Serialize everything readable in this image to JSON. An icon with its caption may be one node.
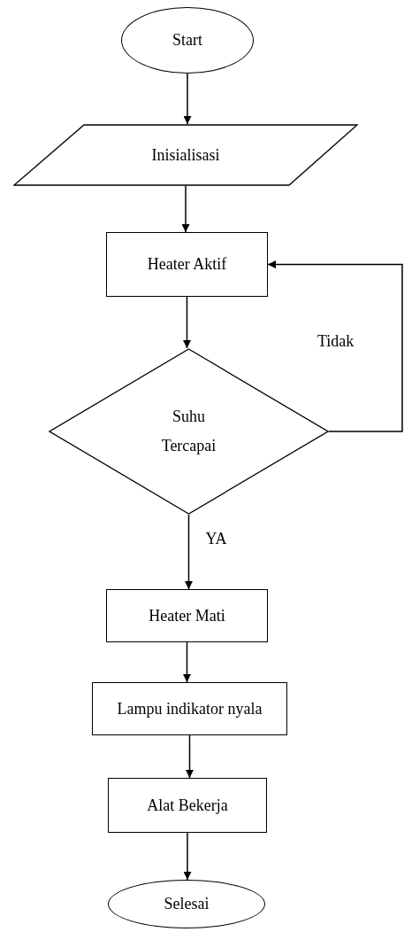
{
  "diagram": {
    "nodes": [
      {
        "text": [
          "Start"
        ]
      },
      {
        "text": [
          "Inisialisasi"
        ]
      },
      {
        "text": [
          "Heater Aktif"
        ]
      },
      {
        "text": [
          "Suhu Tercapai"
        ]
      },
      {
        "text": [
          "Heater Mati"
        ]
      },
      {
        "text": [
          "Lampu indikator nyala"
        ]
      },
      {
        "text": [
          "Alat Bekerja"
        ]
      },
      {
        "text": [
          "Selesai"
        ]
      }
    ],
    "edges": [
      {
        "from": 0,
        "to": 1,
        "arrow": "to"
      },
      {
        "from": 1,
        "to": 2,
        "arrow": "to"
      },
      {
        "from": 2,
        "to": 3,
        "arrow": "to"
      },
      {
        "from": 3,
        "to": 2,
        "arrow": "to",
        "label": "Tidak"
      },
      {
        "from": 3,
        "to": 4,
        "arrow": "to",
        "label": "YA"
      },
      {
        "from": 4,
        "to": 5,
        "arrow": "to"
      },
      {
        "from": 5,
        "to": 6,
        "arrow": "to"
      },
      {
        "from": 6,
        "to": 7,
        "arrow": "to"
      }
    ]
  }
}
